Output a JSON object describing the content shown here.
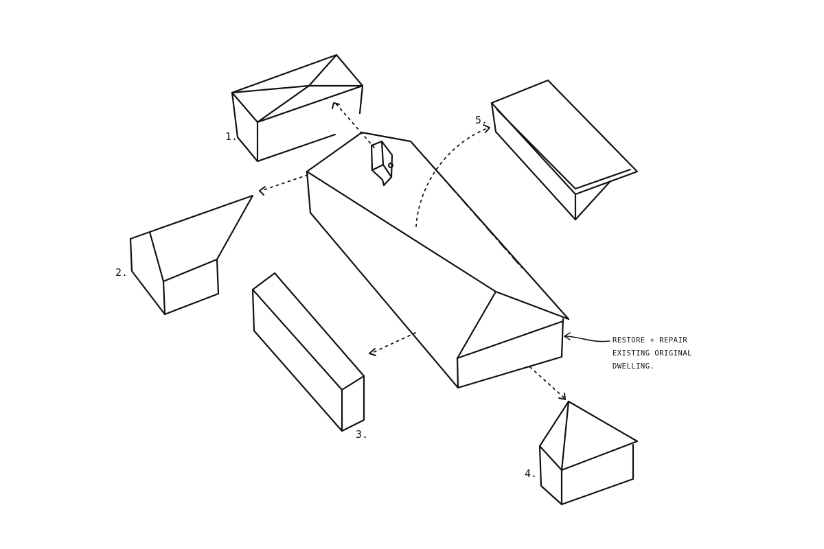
{
  "labels": {
    "one": "1.",
    "two": "2.",
    "three": "3.",
    "four": "4.",
    "five": "5."
  },
  "annotation": {
    "line1": "RESTORE + REPAIR",
    "line2": "EXISTING ORIGINAL",
    "line3": "DWELLING."
  },
  "colors": {
    "ink": "#111111",
    "paper": "#ffffff"
  }
}
